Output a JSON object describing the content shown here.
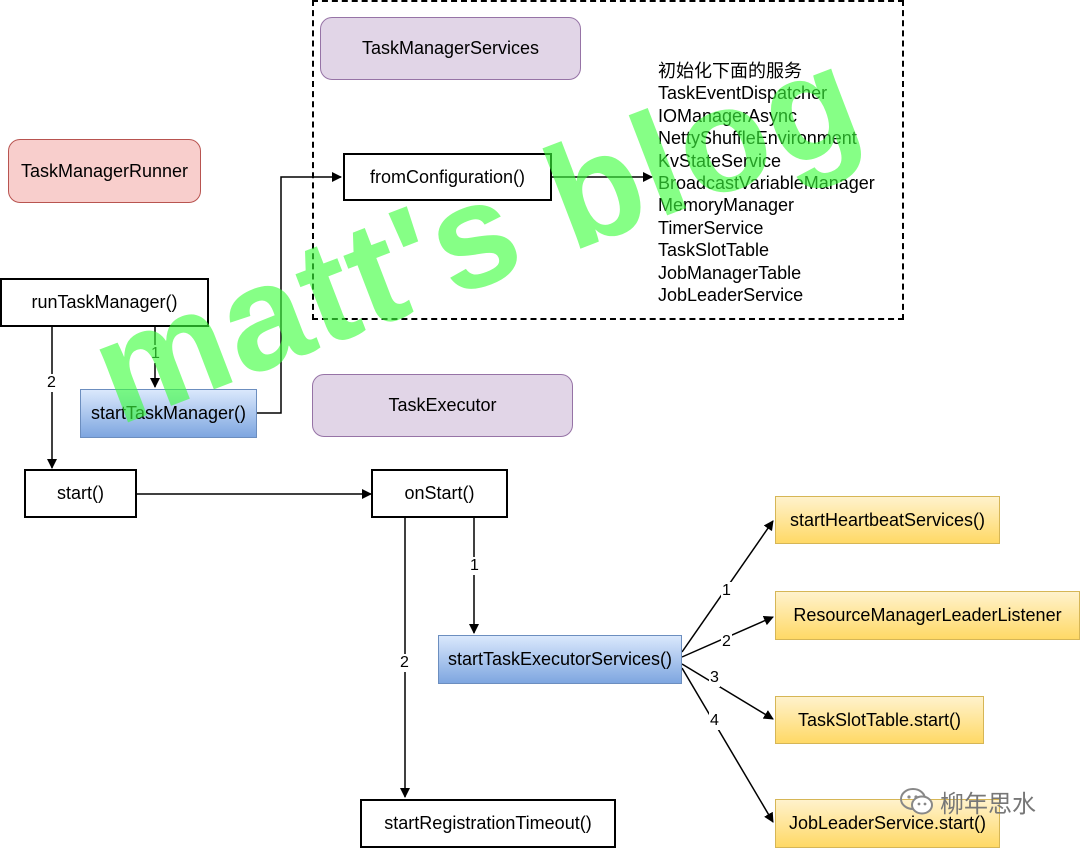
{
  "nodes": {
    "task_manager_services": "TaskManagerServices",
    "task_manager_runner": "TaskManagerRunner",
    "run_task_manager": "runTaskManager()",
    "start_task_manager": "startTaskManager()",
    "from_configuration": "fromConfiguration()",
    "task_executor": "TaskExecutor",
    "start": "start()",
    "on_start": "onStart()",
    "start_task_executor_services": "startTaskExecutorServices()",
    "start_registration_timeout": "startRegistrationTimeout()",
    "start_heartbeat_services": "startHeartbeatServices()",
    "resource_manager_leader_listener": "ResourceManagerLeaderListener",
    "task_slot_table_start": "TaskSlotTable.start()",
    "job_leader_service_start": "JobLeaderService.start()"
  },
  "services": {
    "heading": "初始化下面的服务",
    "items": [
      "TaskEventDispatcher",
      "IOManagerAsync",
      "NettyShuffleEnvironment",
      "KvStateService",
      "BroadcastVariableManager",
      "MemoryManager",
      "TimerService",
      "TaskSlotTable",
      "JobManagerTable",
      "JobLeaderService"
    ]
  },
  "edge_labels": {
    "run_to_start_task_manager": "1",
    "run_to_start": "2",
    "on_start_to_executor_services": "1",
    "on_start_to_registration": "2",
    "to_heartbeat": "1",
    "to_rm_listener": "2",
    "to_slot_table": "3",
    "to_job_leader": "4"
  },
  "watermark": "matt's blog",
  "wechat": {
    "icon": "wechat-icon",
    "name": "柳年思水"
  },
  "colors": {
    "purple_fill": "#e1d5e7",
    "red_fill": "#f8cecc",
    "blue_fill": "#7ea6e0",
    "yellow_fill": "#ffd966",
    "watermark": "#3cff3c"
  }
}
